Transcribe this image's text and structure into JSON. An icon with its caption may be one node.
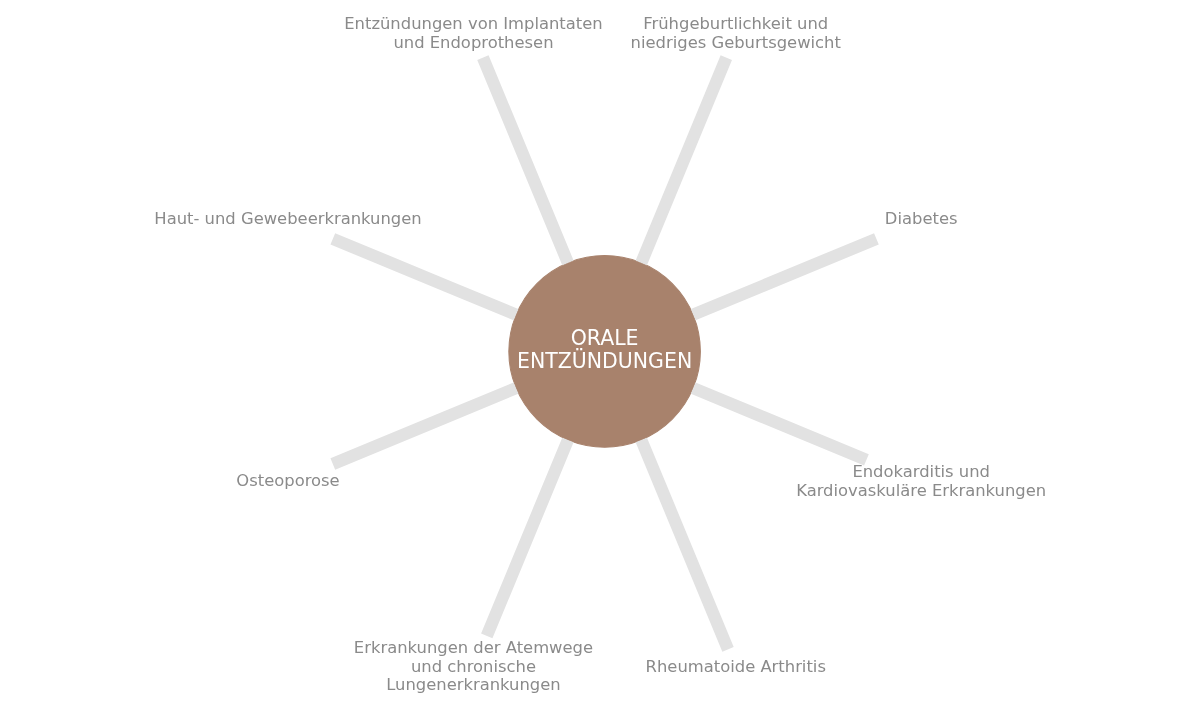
{
  "diagram": {
    "nodes": [
      {
        "text": [
          "ORALE ENTZÜNDUNGEN"
        ]
      },
      {
        "text": [
          "Diabetes"
        ]
      },
      {
        "text": [
          "Frühgeburtlichkeit und niedriges Geburtsgewicht"
        ]
      },
      {
        "text": [
          "Entzündungen von Implantaten und Endoprothesen"
        ]
      },
      {
        "text": [
          "Haut- und Gewebeerkrankungen"
        ]
      },
      {
        "text": [
          "Osteoporose"
        ]
      },
      {
        "text": [
          "Erkrankungen der Atemwege und chronische Lungenerkrankungen"
        ]
      },
      {
        "text": [
          "Rheumatoide Arthritis"
        ]
      },
      {
        "text": [
          "Endokarditis und Kardiovaskuläre Erkrankungen"
        ]
      }
    ],
    "edges": [
      {
        "from": 0,
        "to": 1,
        "arrow": "none"
      },
      {
        "from": 0,
        "to": 2,
        "arrow": "none"
      },
      {
        "from": 0,
        "to": 3,
        "arrow": "none"
      },
      {
        "from": 0,
        "to": 4,
        "arrow": "none"
      },
      {
        "from": 0,
        "to": 5,
        "arrow": "none"
      },
      {
        "from": 0,
        "to": 6,
        "arrow": "none"
      },
      {
        "from": 0,
        "to": 7,
        "arrow": "none"
      },
      {
        "from": 0,
        "to": 8,
        "arrow": "none"
      }
    ]
  }
}
